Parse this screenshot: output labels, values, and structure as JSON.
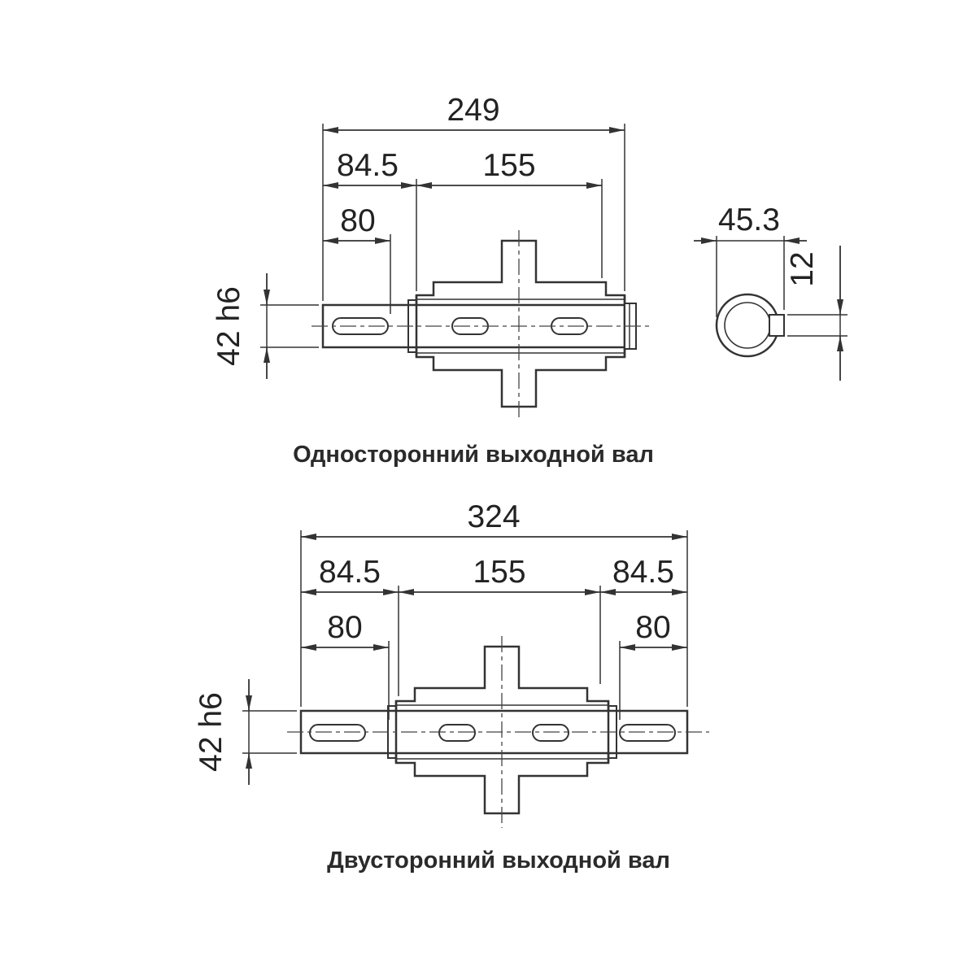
{
  "colors": {
    "line": "#333333",
    "background": "#ffffff"
  },
  "top_view": {
    "caption": "Односторонний выходной вал",
    "dims": {
      "overall": "249",
      "left_offset": "84.5",
      "housing": "155",
      "key_length": "80",
      "shaft_dia": "42 h6",
      "key_height": "45.3",
      "key_width": "12"
    }
  },
  "bottom_view": {
    "caption": "Двусторонний выходной вал",
    "dims": {
      "overall": "324",
      "left_offset": "84.5",
      "housing": "155",
      "right_offset": "84.5",
      "key_length_left": "80",
      "key_length_right": "80",
      "shaft_dia": "42 h6"
    }
  }
}
